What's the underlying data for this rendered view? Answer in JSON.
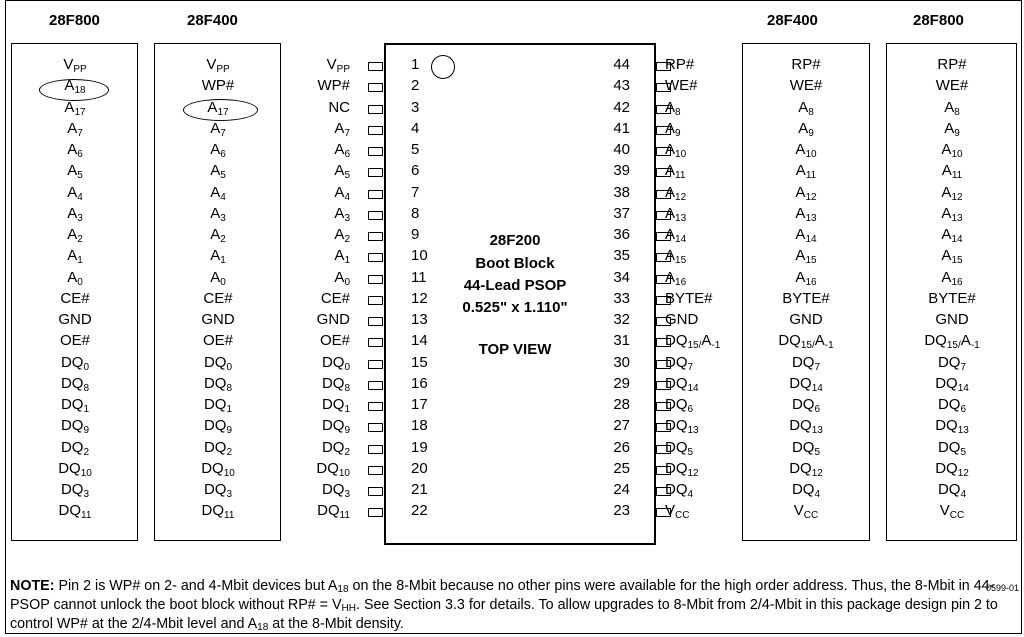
{
  "headers": {
    "h1": "28F800",
    "h2": "28F400",
    "h3": "28F400",
    "h4": "28F800"
  },
  "chip": {
    "title": "28F200",
    "line2": "Boot Block",
    "line3": "44-Lead PSOP",
    "line4": "0.525\" x 1.110\"",
    "view": "TOP VIEW"
  },
  "left_pins": [
    {
      "n": "1",
      "s": "V",
      "sub": "PP"
    },
    {
      "n": "2",
      "s": "WP#",
      "sub": ""
    },
    {
      "n": "3",
      "s": "NC",
      "sub": ""
    },
    {
      "n": "4",
      "s": "A",
      "sub": "7"
    },
    {
      "n": "5",
      "s": "A",
      "sub": "6"
    },
    {
      "n": "6",
      "s": "A",
      "sub": "5"
    },
    {
      "n": "7",
      "s": "A",
      "sub": "4"
    },
    {
      "n": "8",
      "s": "A",
      "sub": "3"
    },
    {
      "n": "9",
      "s": "A",
      "sub": "2"
    },
    {
      "n": "10",
      "s": "A",
      "sub": "1"
    },
    {
      "n": "11",
      "s": "A",
      "sub": "0"
    },
    {
      "n": "12",
      "s": "CE#",
      "sub": ""
    },
    {
      "n": "13",
      "s": "GND",
      "sub": ""
    },
    {
      "n": "14",
      "s": "OE#",
      "sub": ""
    },
    {
      "n": "15",
      "s": "DQ",
      "sub": "0"
    },
    {
      "n": "16",
      "s": "DQ",
      "sub": "8"
    },
    {
      "n": "17",
      "s": "DQ",
      "sub": "1"
    },
    {
      "n": "18",
      "s": "DQ",
      "sub": "9"
    },
    {
      "n": "19",
      "s": "DQ",
      "sub": "2"
    },
    {
      "n": "20",
      "s": "DQ",
      "sub": "10"
    },
    {
      "n": "21",
      "s": "DQ",
      "sub": "3"
    },
    {
      "n": "22",
      "s": "DQ",
      "sub": "11"
    }
  ],
  "right_pins": [
    {
      "n": "44",
      "s": "RP#",
      "sub": ""
    },
    {
      "n": "43",
      "s": "WE#",
      "sub": ""
    },
    {
      "n": "42",
      "s": "A",
      "sub": "8"
    },
    {
      "n": "41",
      "s": "A",
      "sub": "9"
    },
    {
      "n": "40",
      "s": "A",
      "sub": "10"
    },
    {
      "n": "39",
      "s": "A",
      "sub": "11"
    },
    {
      "n": "38",
      "s": "A",
      "sub": "12"
    },
    {
      "n": "37",
      "s": "A",
      "sub": "13"
    },
    {
      "n": "36",
      "s": "A",
      "sub": "14"
    },
    {
      "n": "35",
      "s": "A",
      "sub": "15"
    },
    {
      "n": "34",
      "s": "A",
      "sub": "16"
    },
    {
      "n": "33",
      "s": "BYTE#",
      "sub": ""
    },
    {
      "n": "32",
      "s": "GND",
      "sub": ""
    },
    {
      "n": "31",
      "s": "DQ",
      "sub": "15/",
      "s2": "A",
      "sub2": "-1"
    },
    {
      "n": "30",
      "s": "DQ",
      "sub": "7"
    },
    {
      "n": "29",
      "s": "DQ",
      "sub": "14"
    },
    {
      "n": "28",
      "s": "DQ",
      "sub": "6"
    },
    {
      "n": "27",
      "s": "DQ",
      "sub": "13"
    },
    {
      "n": "26",
      "s": "DQ",
      "sub": "5"
    },
    {
      "n": "25",
      "s": "DQ",
      "sub": "12"
    },
    {
      "n": "24",
      "s": "DQ",
      "sub": "4"
    },
    {
      "n": "23",
      "s": "V",
      "sub": "CC"
    }
  ],
  "col_28F800_left": [
    {
      "s": "V",
      "sub": "PP"
    },
    {
      "s": "A",
      "sub": "18"
    },
    {
      "s": "A",
      "sub": "17"
    },
    {
      "s": "A",
      "sub": "7"
    },
    {
      "s": "A",
      "sub": "6"
    },
    {
      "s": "A",
      "sub": "5"
    },
    {
      "s": "A",
      "sub": "4"
    },
    {
      "s": "A",
      "sub": "3"
    },
    {
      "s": "A",
      "sub": "2"
    },
    {
      "s": "A",
      "sub": "1"
    },
    {
      "s": "A",
      "sub": "0"
    },
    {
      "s": "CE#",
      "sub": ""
    },
    {
      "s": "GND",
      "sub": ""
    },
    {
      "s": "OE#",
      "sub": ""
    },
    {
      "s": "DQ",
      "sub": "0"
    },
    {
      "s": "DQ",
      "sub": "8"
    },
    {
      "s": "DQ",
      "sub": "1"
    },
    {
      "s": "DQ",
      "sub": "9"
    },
    {
      "s": "DQ",
      "sub": "2"
    },
    {
      "s": "DQ",
      "sub": "10"
    },
    {
      "s": "DQ",
      "sub": "3"
    },
    {
      "s": "DQ",
      "sub": "11"
    }
  ],
  "col_28F400_left": [
    {
      "s": "V",
      "sub": "PP"
    },
    {
      "s": "WP#",
      "sub": ""
    },
    {
      "s": "A",
      "sub": "17"
    },
    {
      "s": "A",
      "sub": "7"
    },
    {
      "s": "A",
      "sub": "6"
    },
    {
      "s": "A",
      "sub": "5"
    },
    {
      "s": "A",
      "sub": "4"
    },
    {
      "s": "A",
      "sub": "3"
    },
    {
      "s": "A",
      "sub": "2"
    },
    {
      "s": "A",
      "sub": "1"
    },
    {
      "s": "A",
      "sub": "0"
    },
    {
      "s": "CE#",
      "sub": ""
    },
    {
      "s": "GND",
      "sub": ""
    },
    {
      "s": "OE#",
      "sub": ""
    },
    {
      "s": "DQ",
      "sub": "0"
    },
    {
      "s": "DQ",
      "sub": "8"
    },
    {
      "s": "DQ",
      "sub": "1"
    },
    {
      "s": "DQ",
      "sub": "9"
    },
    {
      "s": "DQ",
      "sub": "2"
    },
    {
      "s": "DQ",
      "sub": "10"
    },
    {
      "s": "DQ",
      "sub": "3"
    },
    {
      "s": "DQ",
      "sub": "11"
    }
  ],
  "col_28F400_right": [
    {
      "s": "RP#",
      "sub": ""
    },
    {
      "s": "WE#",
      "sub": ""
    },
    {
      "s": "A",
      "sub": "8"
    },
    {
      "s": "A",
      "sub": "9"
    },
    {
      "s": "A",
      "sub": "10"
    },
    {
      "s": "A",
      "sub": "11"
    },
    {
      "s": "A",
      "sub": "12"
    },
    {
      "s": "A",
      "sub": "13"
    },
    {
      "s": "A",
      "sub": "14"
    },
    {
      "s": "A",
      "sub": "15"
    },
    {
      "s": "A",
      "sub": "16"
    },
    {
      "s": "BYTE#",
      "sub": ""
    },
    {
      "s": "GND",
      "sub": ""
    },
    {
      "s": "DQ",
      "sub": "15/",
      "s2": "A",
      "sub2": "-1"
    },
    {
      "s": "DQ",
      "sub": "7"
    },
    {
      "s": "DQ",
      "sub": "14"
    },
    {
      "s": "DQ",
      "sub": "6"
    },
    {
      "s": "DQ",
      "sub": "13"
    },
    {
      "s": "DQ",
      "sub": "5"
    },
    {
      "s": "DQ",
      "sub": "12"
    },
    {
      "s": "DQ",
      "sub": "4"
    },
    {
      "s": "V",
      "sub": "CC"
    }
  ],
  "col_28F800_right": [
    {
      "s": "RP#",
      "sub": ""
    },
    {
      "s": "WE#",
      "sub": ""
    },
    {
      "s": "A",
      "sub": "8"
    },
    {
      "s": "A",
      "sub": "9"
    },
    {
      "s": "A",
      "sub": "10"
    },
    {
      "s": "A",
      "sub": "11"
    },
    {
      "s": "A",
      "sub": "12"
    },
    {
      "s": "A",
      "sub": "13"
    },
    {
      "s": "A",
      "sub": "14"
    },
    {
      "s": "A",
      "sub": "15"
    },
    {
      "s": "A",
      "sub": "16"
    },
    {
      "s": "BYTE#",
      "sub": ""
    },
    {
      "s": "GND",
      "sub": ""
    },
    {
      "s": "DQ",
      "sub": "15/",
      "s2": "A",
      "sub2": "-1"
    },
    {
      "s": "DQ",
      "sub": "7"
    },
    {
      "s": "DQ",
      "sub": "14"
    },
    {
      "s": "DQ",
      "sub": "6"
    },
    {
      "s": "DQ",
      "sub": "13"
    },
    {
      "s": "DQ",
      "sub": "5"
    },
    {
      "s": "DQ",
      "sub": "12"
    },
    {
      "s": "DQ",
      "sub": "4"
    },
    {
      "s": "V",
      "sub": "CC"
    }
  ],
  "figure_code": "0599-01",
  "note": {
    "label": "NOTE:",
    "p1": " Pin 2 is WP# on 2- and 4-Mbit devices but A",
    "p1_sub": "18",
    "p2": " on the 8-Mbit because no other pins were available for the high order address. Thus, the 8-Mbit in 44-PSOP cannot unlock the boot block without RP# = V",
    "p2_sub": "HH",
    "p3": ". See Section 3.3 for details. To allow upgrades to 8-Mbit from 2/4-Mbit in this package design pin 2 to control WP# at the 2/4-Mbit level and A",
    "p3_sub": "18",
    "p4": " at the 8-Mbit density."
  }
}
